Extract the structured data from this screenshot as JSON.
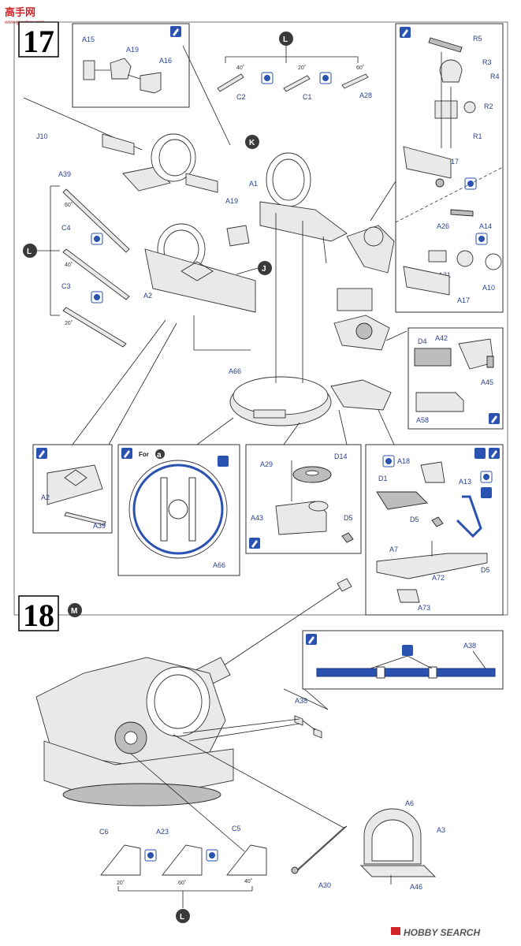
{
  "watermark": {
    "site_chars": "高手网",
    "site_url": "www.gaoshou.com"
  },
  "brand": {
    "text": "HOBBY SEARCH"
  },
  "steps": {
    "s17": "17",
    "s18": "18"
  },
  "markers": {
    "L": "L",
    "K": "K",
    "J": "J",
    "M": "M",
    "a": "a"
  },
  "for_label": "For",
  "parts": {
    "A15": "A15",
    "A19": "A19",
    "A16": "A16",
    "C2": "C2",
    "C1": "C1",
    "A28": "A28",
    "ang40a": "40˚",
    "ang20a": "20˚",
    "ang60a": "60˚",
    "R5": "R5",
    "R3": "R3",
    "R4": "R4",
    "R2": "R2",
    "R1": "R1",
    "A17a": "A17",
    "A26": "A26",
    "A14": "A14",
    "A31": "A31",
    "A10": "A10",
    "A17b": "A17",
    "J10": "J10",
    "A1": "A1",
    "A19b": "A19",
    "A39": "A39",
    "ang60b": "60˚",
    "C4": "C4",
    "ang40b": "40˚",
    "C3": "C3",
    "ang20b": "20˚",
    "A2": "A2",
    "A66": "A66",
    "D4": "D4",
    "A42": "A42",
    "A45": "A45",
    "A58": "A58",
    "A2b": "A2",
    "A39b": "A39",
    "A66b": "A66",
    "A29": "A29",
    "D14": "D14",
    "A43": "A43",
    "D5a": "D5",
    "A18": "A18",
    "D1": "D1",
    "A13": "A13",
    "D5b": "D5",
    "A7": "A7",
    "A72": "A72",
    "D5c": "D5",
    "A73": "A73",
    "A38": "A38",
    "A38b": "A38",
    "A6": "A6",
    "A3": "A3",
    "A46": "A46",
    "A30": "A30",
    "C6": "C6",
    "A23": "A23",
    "C5": "C5",
    "ang20c": "20˚",
    "ang60c": "60˚",
    "ang40c": "40˚"
  },
  "colors": {
    "accent": "#2a52b0",
    "marker": "#3a3a3a",
    "logo": "#d2232a"
  }
}
